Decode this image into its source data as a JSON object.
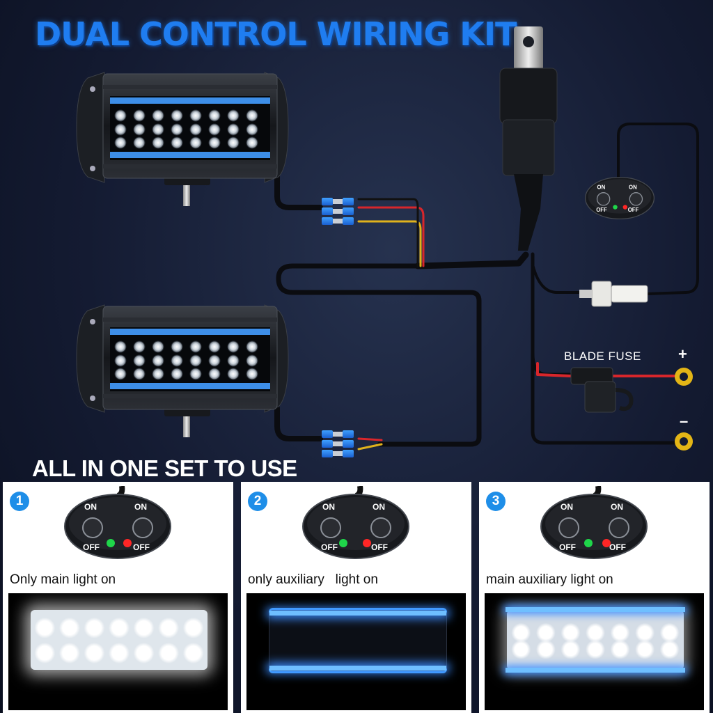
{
  "title": "DUAL CONTROL WIRING KIT",
  "fuse_label": "BLADE FUSE",
  "terminals": {
    "positive": "+",
    "negative": "–"
  },
  "switch_labels": {
    "on": "ON",
    "off": "OFF"
  },
  "section_heading": "ALL IN ONE SET TO USE",
  "modes": [
    {
      "number": "1",
      "caption": "Only main light on",
      "left_indicator": "green",
      "right_indicator": "red",
      "lit": "main"
    },
    {
      "number": "2",
      "caption": "only auxiliary   light on",
      "left_indicator": "green",
      "right_indicator": "red",
      "lit": "auxiliary"
    },
    {
      "number": "3",
      "caption": "main auxiliary light on",
      "left_indicator": "green",
      "right_indicator": "red",
      "lit": "both"
    }
  ],
  "icons": [
    "led-light-bar-icon",
    "relay-icon",
    "dual-switch-icon",
    "blade-fuse-icon",
    "ring-terminal-icon",
    "wire-connector-icon"
  ],
  "colors": {
    "title": "#1f7df0",
    "badge": "#1e8ee8",
    "aux_blue": "#49a8ff",
    "wire_red": "#d8262b",
    "wire_yellow": "#e0b21c",
    "indicator_green": "#1fd64a",
    "indicator_red": "#ff2626",
    "terminal_gold": "#e3b516"
  }
}
